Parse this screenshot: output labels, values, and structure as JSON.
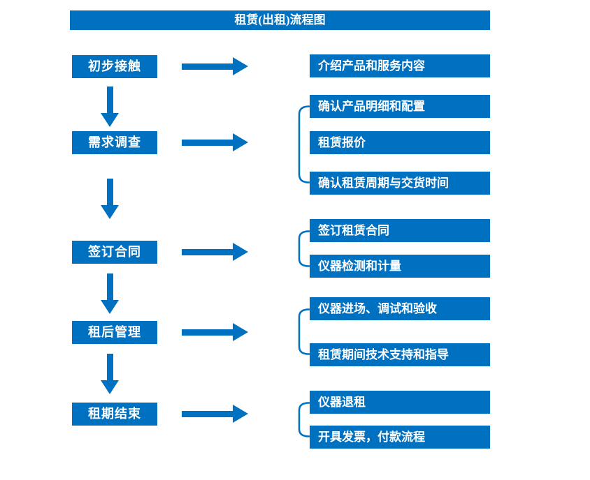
{
  "title": "租赁(出租)流程图",
  "colors": {
    "primary": "#0070C0",
    "text": "#FFFFFF",
    "background": "#FFFFFF"
  },
  "stages": [
    {
      "label": "初步接触",
      "details": [
        "介绍产品和服务内容"
      ]
    },
    {
      "label": "需求调查",
      "details": [
        "确认产品明细和配置",
        "租赁报价",
        "确认租赁周期与交货时间"
      ]
    },
    {
      "label": "签订合同",
      "details": [
        "签订租赁合同",
        "仪器检测和计量"
      ]
    },
    {
      "label": "租后管理",
      "details": [
        "仪器进场、调试和验收",
        "租赁期间技术支持和指导"
      ]
    },
    {
      "label": "租期结束",
      "details": [
        "仪器退租",
        "开具发票，付款流程"
      ]
    }
  ]
}
